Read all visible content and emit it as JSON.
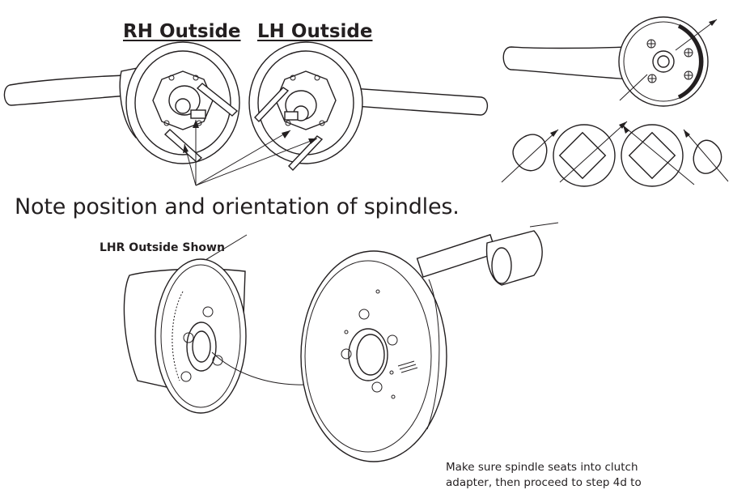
{
  "labels": {
    "rh_outside": "RH Outside",
    "lh_outside": "LH Outside",
    "note": "Note position and orientation of spindles.",
    "lhr_outside_shown": "LHR Outside Shown",
    "instruction_line1": "Make sure spindle seats into clutch",
    "instruction_line2": "adapter, then proceed to step 4d to"
  },
  "colors": {
    "line": "#231f20",
    "fill": "#ffffff",
    "shade": "#e9e9e9"
  }
}
